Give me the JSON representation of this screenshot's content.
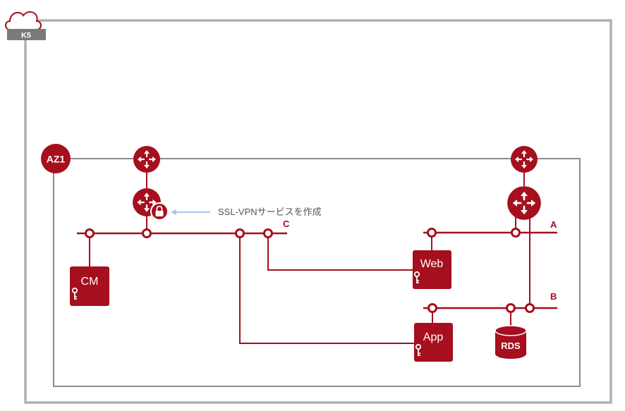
{
  "cloud": {
    "label": "K5"
  },
  "zone": {
    "label": "AZ1"
  },
  "annotation": {
    "text": "SSL-VPNサービスを作成"
  },
  "networks": {
    "a": "A",
    "b": "B",
    "c": "C"
  },
  "servers": {
    "cm": "CM",
    "web": "Web",
    "app": "App"
  },
  "database": {
    "label": "RDS"
  },
  "colors": {
    "accent": "#a50f1e",
    "border": "#b0b0b0",
    "border_inner": "#8c8c8c",
    "arrow": "#a9c8e8",
    "text_gray": "#555555"
  }
}
